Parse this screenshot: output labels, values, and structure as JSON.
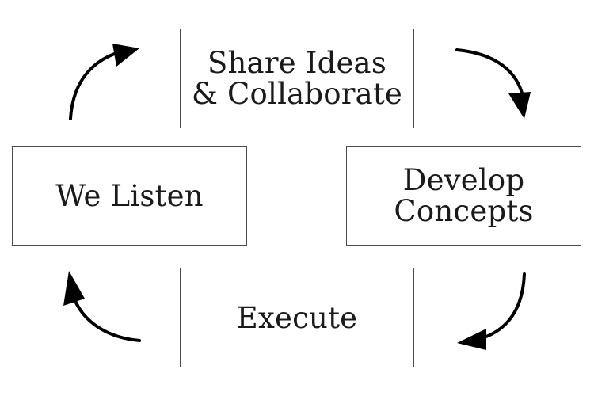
{
  "steps": {
    "top": {
      "line1": "Share Ideas",
      "line2": "& Collaborate"
    },
    "right": {
      "line1": "Develop",
      "line2": "Concepts"
    },
    "bottom": {
      "line1": "Execute"
    },
    "left": {
      "line1": "We Listen"
    }
  },
  "colors": {
    "stroke": "#000000",
    "border": "#4a4a4a",
    "text": "#1a1a1a",
    "background": "#ffffff"
  },
  "arrows": [
    "arrow-icon",
    "arrow-icon",
    "arrow-icon",
    "arrow-icon"
  ]
}
